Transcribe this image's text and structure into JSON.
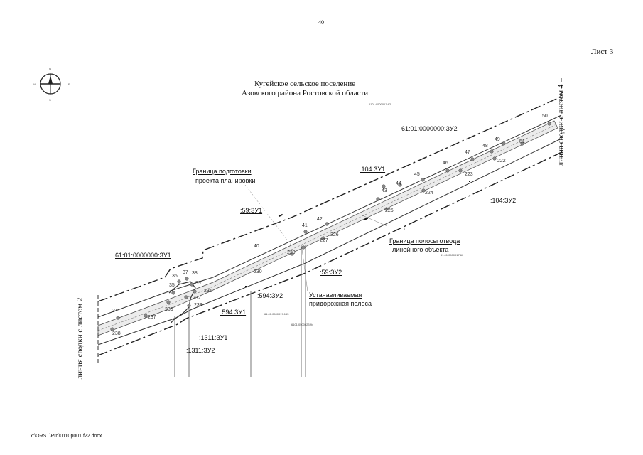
{
  "page_number": "40",
  "sheet_label": "Лист 3",
  "region": {
    "line1": "Кугейское сельское поселение",
    "line2": "Азовского района Ростовской области"
  },
  "side_labels": {
    "left": "линия сводки с листом 2",
    "right": "линия сводки с листом 4"
  },
  "footer_path": "Y:\\ORST\\Pro\\0110p001.f22.docx",
  "compass": {
    "north": "N",
    "east": "E",
    "south": "S",
    "west": "W"
  },
  "parcels": {
    "cad_upper": "61:01:0000000:ЗУ2",
    "cad_left": "61:01:0000000:ЗУ1",
    "p104_1": ":104:ЗУ1",
    "p104_2": ":104:ЗУ2",
    "p59_1": ":59:ЗУ1",
    "p59_2": ":59:ЗУ2",
    "p594_1": ":594:ЗУ1",
    "p594_2": ":594:ЗУ2",
    "p1311_1": ":1311:ЗУ1",
    "p1311_2": ":1311:ЗУ2"
  },
  "annotations": {
    "planning_boundary_1": "Граница подготовки",
    "planning_boundary_2": "проекта планировки",
    "row_boundary_1": "Граница полосы отвода",
    "row_boundary_2": "линейного объекта",
    "roadside_1": "Устанавливаемая",
    "roadside_2": "придорожная полоса"
  },
  "tiny_labels": {
    "top": "6101:0500017:92",
    "mid1": "61:01:0500017:165",
    "mid2": "6101:0500023:94",
    "right": "61:01:0500017:60",
    "four": "4"
  },
  "point_numbers": [
    "34",
    "35",
    "36",
    "37",
    "38",
    "39",
    "40",
    "41",
    "42",
    "43",
    "44",
    "45",
    "46",
    "47",
    "48",
    "49",
    "50",
    "51",
    "222",
    "223",
    "224",
    "225",
    "226",
    "227",
    "229",
    "230",
    "231",
    "232",
    "233",
    "236",
    "237",
    "238"
  ]
}
